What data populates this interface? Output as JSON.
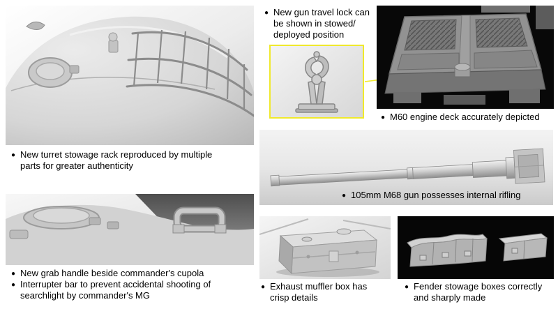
{
  "meta": {
    "bullet": "●"
  },
  "colors": {
    "accent_yellow": "#f0e92c",
    "panel_dark": "#080808",
    "render_gray": "#d4d4d4"
  },
  "panels": {
    "turret": {
      "caption": "New turret stowage rack reproduced by multiple\nparts for greater authenticity"
    },
    "travel_lock": {
      "caption": "New gun travel lock can\nbe shown in stowed/\ndeployed position"
    },
    "engine_deck": {
      "caption": "M60 engine deck accurately depicted"
    },
    "gun": {
      "caption": "105mm M68 gun possesses internal rifling"
    },
    "cupola": {
      "caption_grab": "New grab handle beside commander's cupola",
      "caption_interrupter": "Interrupter bar to prevent accidental shooting of\nsearchlight by commander's MG"
    },
    "muffler": {
      "caption": "Exhaust muffler box has\ncrisp details"
    },
    "fender": {
      "caption": "Fender stowage boxes correctly\nand sharply made"
    }
  }
}
